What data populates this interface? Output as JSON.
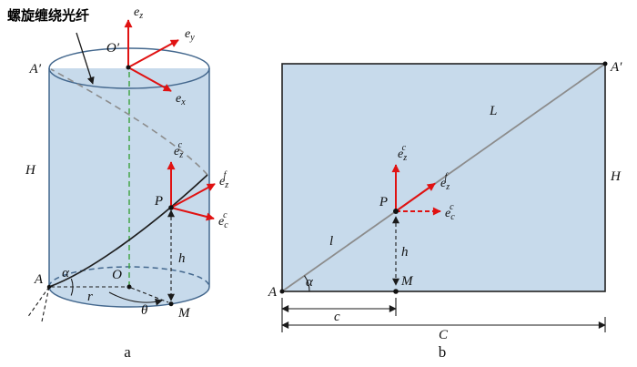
{
  "colors": {
    "panel_fill": "#c7daeb",
    "panel_stroke": "#44688e",
    "rect_stroke": "#222222",
    "vector_red": "#e01212",
    "axis_green": "#3ba03b",
    "helix_gray": "#8c8c8c",
    "ink": "#1a1a1a"
  },
  "figure_a": {
    "annotation": "螺旋缠绕光纤",
    "caption": "a",
    "labels": {
      "A_prime": "A′",
      "O_prime": "O′",
      "A": "A",
      "O": "O",
      "M": "M",
      "P": "P",
      "H": "H",
      "r": "r",
      "h": "h",
      "alpha": "α",
      "theta": "θ"
    }
  },
  "figure_b": {
    "caption": "b",
    "labels": {
      "A_prime": "A′",
      "A": "A",
      "M": "M",
      "P": "P",
      "H": "H",
      "L": "L",
      "l": "l",
      "h": "h",
      "c": "c",
      "C": "C",
      "alpha": "α"
    }
  },
  "vectors": {
    "base": "e",
    "sub_z": "z",
    "sub_y": "y",
    "sub_x": "x",
    "sub_c": "c",
    "sup_c": "c",
    "sup_f": "f"
  }
}
